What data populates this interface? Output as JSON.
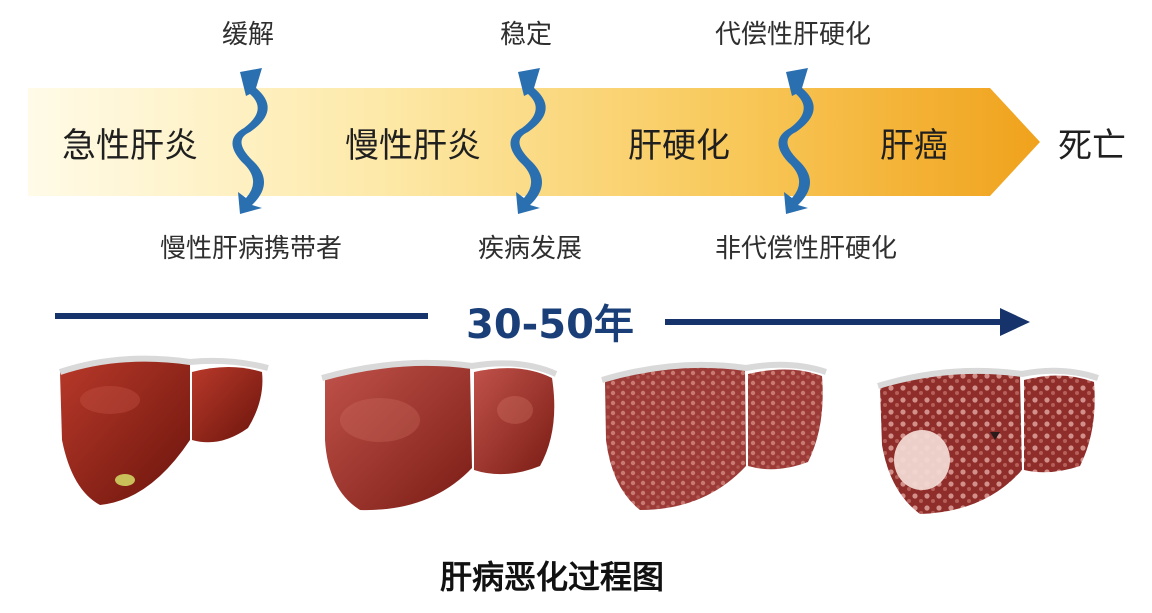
{
  "stages": {
    "acute": "急性肝炎",
    "chronic": "慢性肝炎",
    "cirrhosis": "肝硬化",
    "cancer": "肝癌",
    "death": "死亡"
  },
  "top_labels": {
    "remission": "缓解",
    "stable": "稳定",
    "compensated": "代偿性肝硬化"
  },
  "bottom_labels": {
    "carrier": "慢性肝病携带者",
    "progression": "疾病发展",
    "decompensated": "非代偿性肝硬化"
  },
  "timeline": {
    "label": "30-50年"
  },
  "caption": "肝病恶化过程图",
  "colors": {
    "arrow_light": "#fdf4cf",
    "arrow_dark": "#f2a81f",
    "turn_arrow": "#2a6fb0",
    "timeline": "#17336b",
    "liver_healthy": "#8f2216",
    "liver_diseased": "#9b3a36"
  }
}
